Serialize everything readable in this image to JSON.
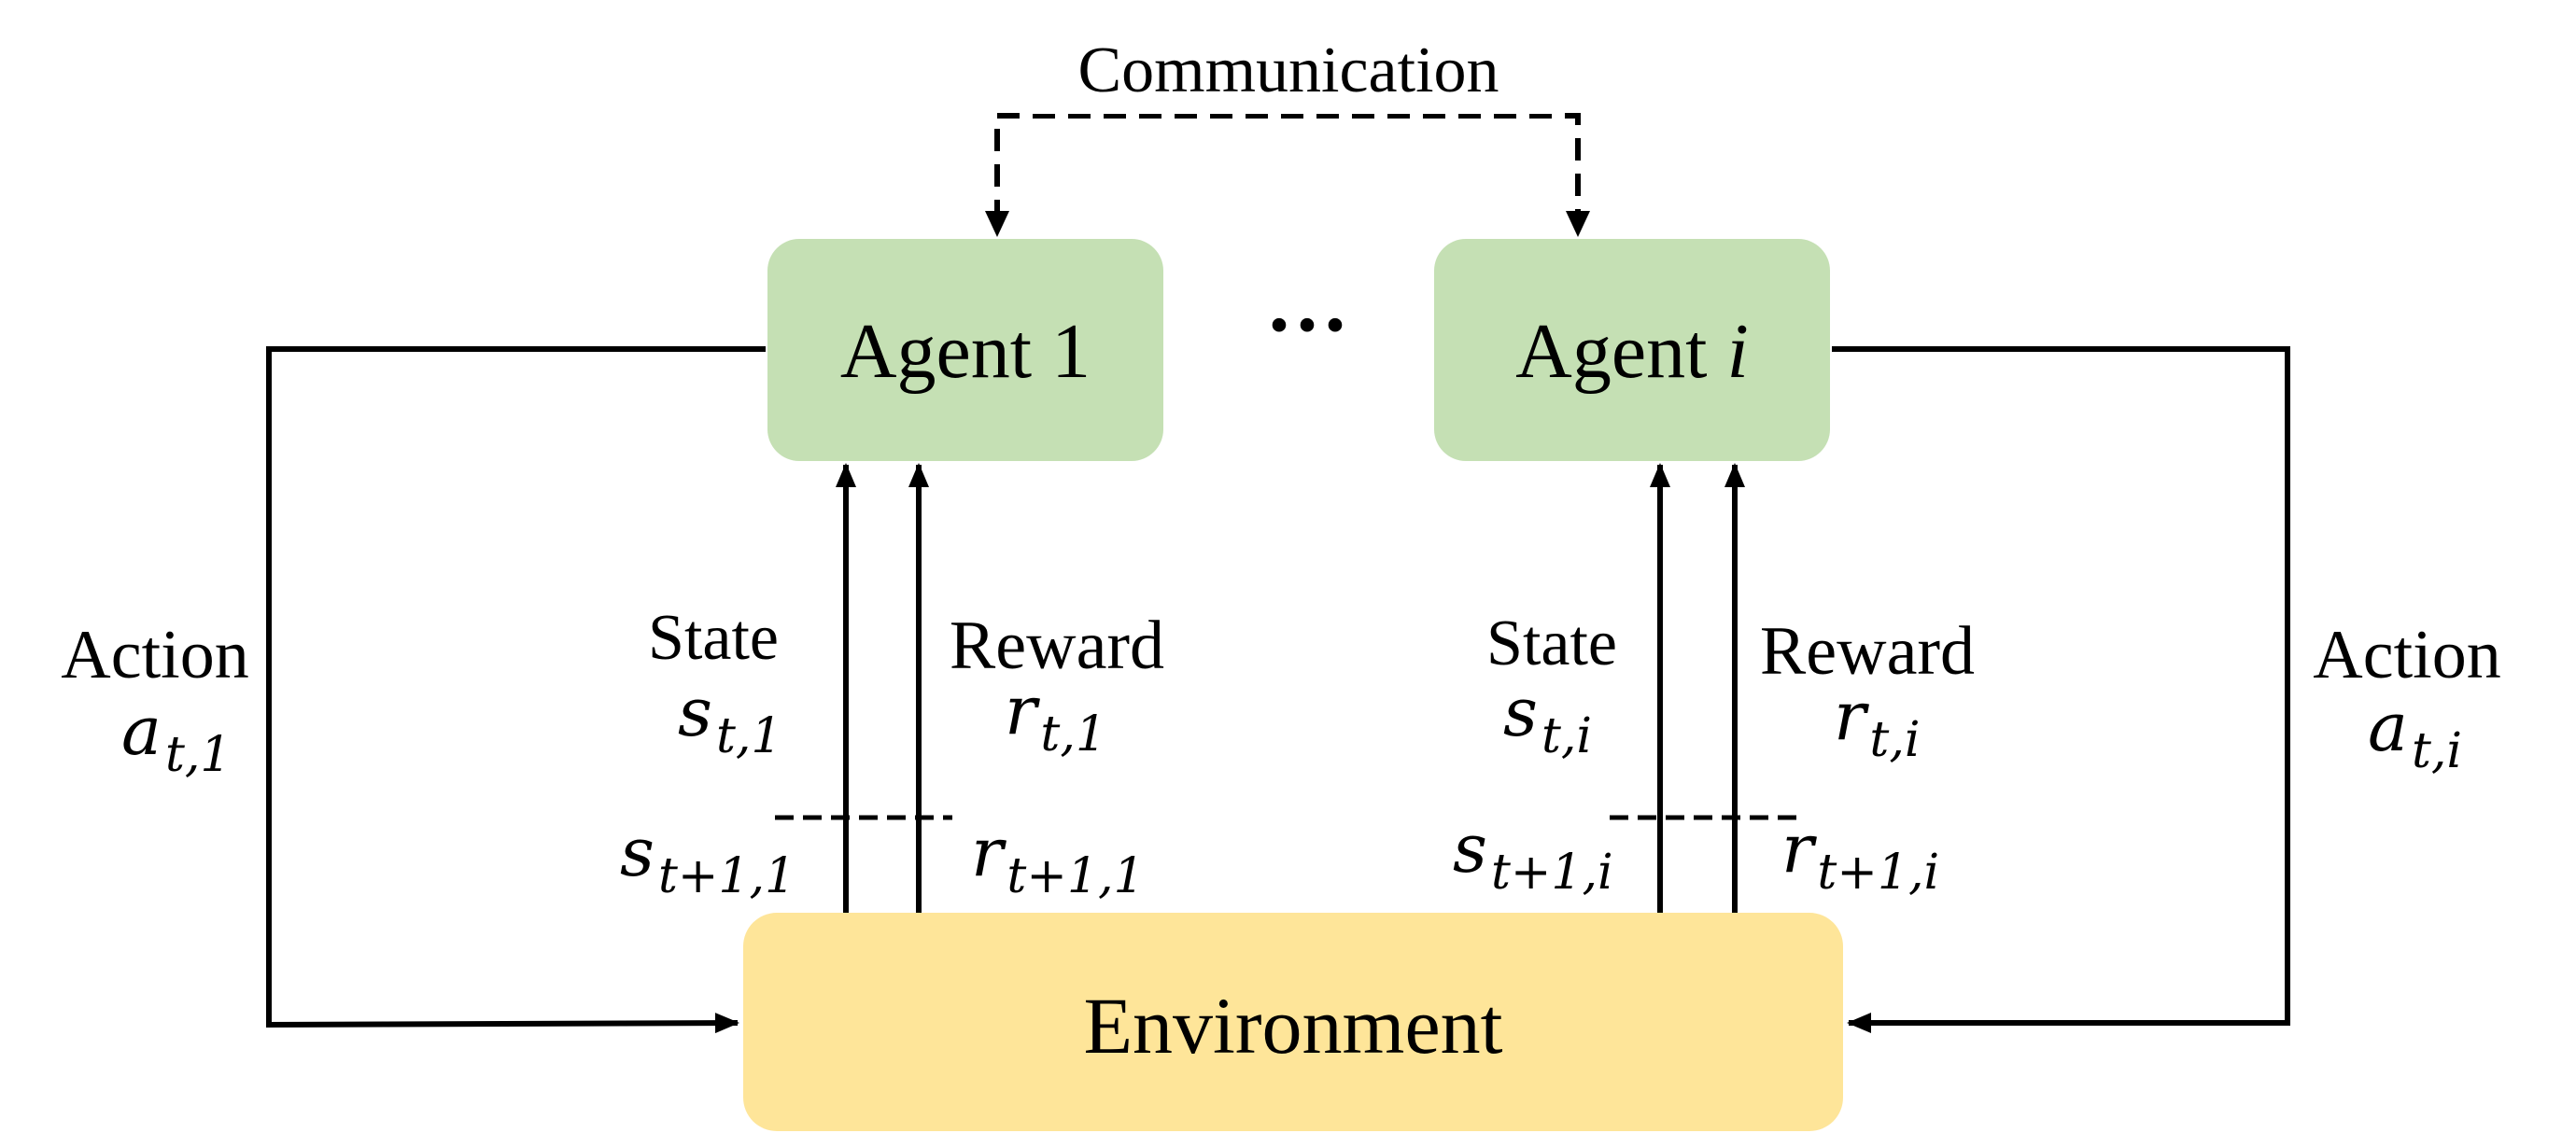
{
  "communication": {
    "label": "Communication"
  },
  "agents": [
    {
      "label": "Agent 1",
      "color": "#c5e0b4"
    },
    {
      "label_text": "Agent ",
      "label_index": "i",
      "color": "#c5e0b4"
    }
  ],
  "ellipsis": "···",
  "environment": {
    "label": "Environment",
    "color": "#fee599"
  },
  "left": {
    "action_label": "Action",
    "action_sym": "a",
    "action_sub": "t,1",
    "state_label": "State",
    "state_sym": "s",
    "state_sub": "t,1",
    "reward_label": "Reward",
    "reward_sym": "r",
    "reward_sub": "t,1",
    "next_state_sym": "s",
    "next_state_sub": "t+1,1",
    "next_reward_sym": "r",
    "next_reward_sub": "t+1,1"
  },
  "right": {
    "action_label": "Action",
    "action_sym": "a",
    "action_sub": "t,i",
    "state_label": "State",
    "state_sym": "s",
    "state_sub": "t,i",
    "reward_label": "Reward",
    "reward_sym": "r",
    "reward_sub": "t,i",
    "next_state_sym": "s",
    "next_state_sub": "t+1,i",
    "next_reward_sym": "r",
    "next_reward_sub": "t+1,i"
  },
  "colors": {
    "line": "#000000",
    "agent_fill": "#c5e0b4",
    "environment_fill": "#fee599"
  }
}
